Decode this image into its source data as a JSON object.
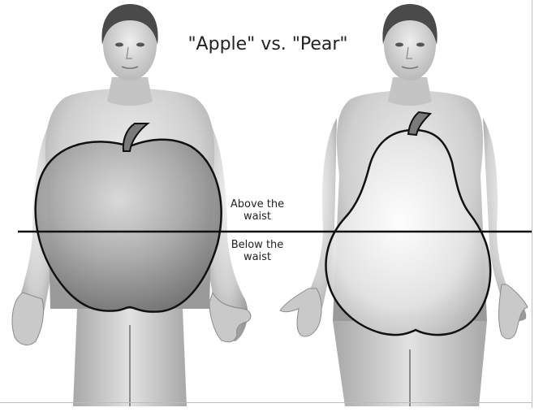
{
  "figure": {
    "title": "\"Apple\" vs. \"Pear\"",
    "above_label_line1": "Above the",
    "above_label_line2": "waist",
    "below_label_line1": "Below the",
    "below_label_line2": "waist"
  },
  "figures": [
    {
      "name": "apple-figure",
      "shape": "apple"
    },
    {
      "name": "pear-figure",
      "shape": "pear"
    }
  ],
  "colors": {
    "line": "#111111",
    "skin_light": "#e8e8e8",
    "skin_mid": "#bdbdbd",
    "skin_dark": "#7a7a7a",
    "hair": "#4a4a4a",
    "apple_fill": "#9a9a9a",
    "pear_fill": "#e6e6e6"
  }
}
